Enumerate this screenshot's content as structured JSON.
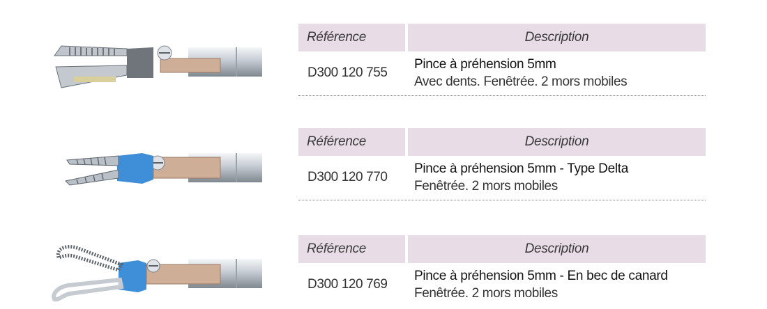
{
  "table_header": {
    "reference_label": "Référence",
    "description_label": "Description"
  },
  "products": [
    {
      "reference": "D300 120 755",
      "title": "Pince à préhension 5mm",
      "subtitle": "Avec dents. Fenêtrée. 2 mors mobiles",
      "image": "grasping-forceps-toothed"
    },
    {
      "reference": "D300 120 770",
      "title": "Pince à préhension 5mm - Type Delta",
      "subtitle": "Fenêtrée. 2 mors mobiles",
      "image": "grasping-forceps-delta"
    },
    {
      "reference": "D300 120 769",
      "title": "Pince à préhension 5mm - En bec de canard",
      "subtitle": "Fenêtrée. 2 mors mobiles",
      "image": "grasping-forceps-duckbill"
    }
  ],
  "colors": {
    "header_bg": "#e8dde7",
    "shaft_metal": "#c9cfd6",
    "blue_insulation": "#3f8fd8",
    "copper_insert": "#c9a58d"
  }
}
